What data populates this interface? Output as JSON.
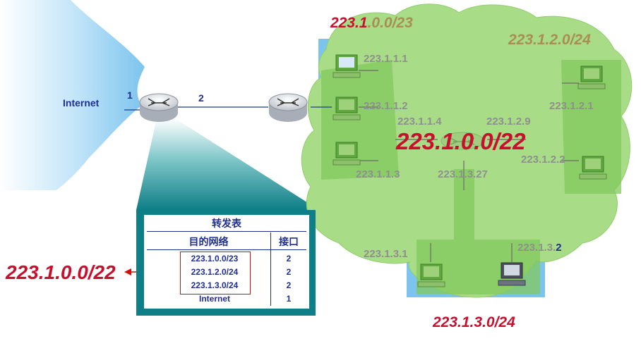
{
  "internet_label": "Internet",
  "port_labels": {
    "port1": "1",
    "port2": "2"
  },
  "subnets": {
    "top_left": {
      "prefix_red": "223.1",
      "suffix_olive": ".0.0/23"
    },
    "top_right": "223.1.2.0/24",
    "bottom": "223.1.3.0/24",
    "aggregate": "223.1.0.0/22"
  },
  "host_addresses": {
    "h1": "223.1.1.1",
    "h2": "223.1.1.2",
    "h3": "223.1.1.3",
    "r1": "223.1.1.4",
    "r2": "223.1.2.9",
    "r3": "223.1.3.27",
    "h4": "223.1.2.1",
    "h5": "223.1.2.2",
    "h6": "223.1.3.1",
    "h7": {
      "grey": "223.1.3.",
      "blue": "2"
    }
  },
  "forwarding_table": {
    "title": "转发表",
    "col_dest": "目的网络",
    "col_iface": "接口",
    "rows": [
      {
        "dest": "223.1.0.0/23",
        "iface": "2"
      },
      {
        "dest": "223.1.2.0/24",
        "iface": "2"
      },
      {
        "dest": "223.1.3.0/24",
        "iface": "2"
      },
      {
        "dest": "Internet",
        "iface": "1"
      }
    ]
  },
  "aggregate_callout": "223.1.0.0/22",
  "colors": {
    "cloud_green": "#9ed67c",
    "cloud_green_dark": "#7fc45a",
    "internet_blue": "#a9d8f5",
    "table_teal": "#0e7f86",
    "label_blue": "#1f2f8f",
    "label_red": "#c8102e",
    "label_olive": "#a88e52",
    "label_grey": "#8f8f8f"
  }
}
